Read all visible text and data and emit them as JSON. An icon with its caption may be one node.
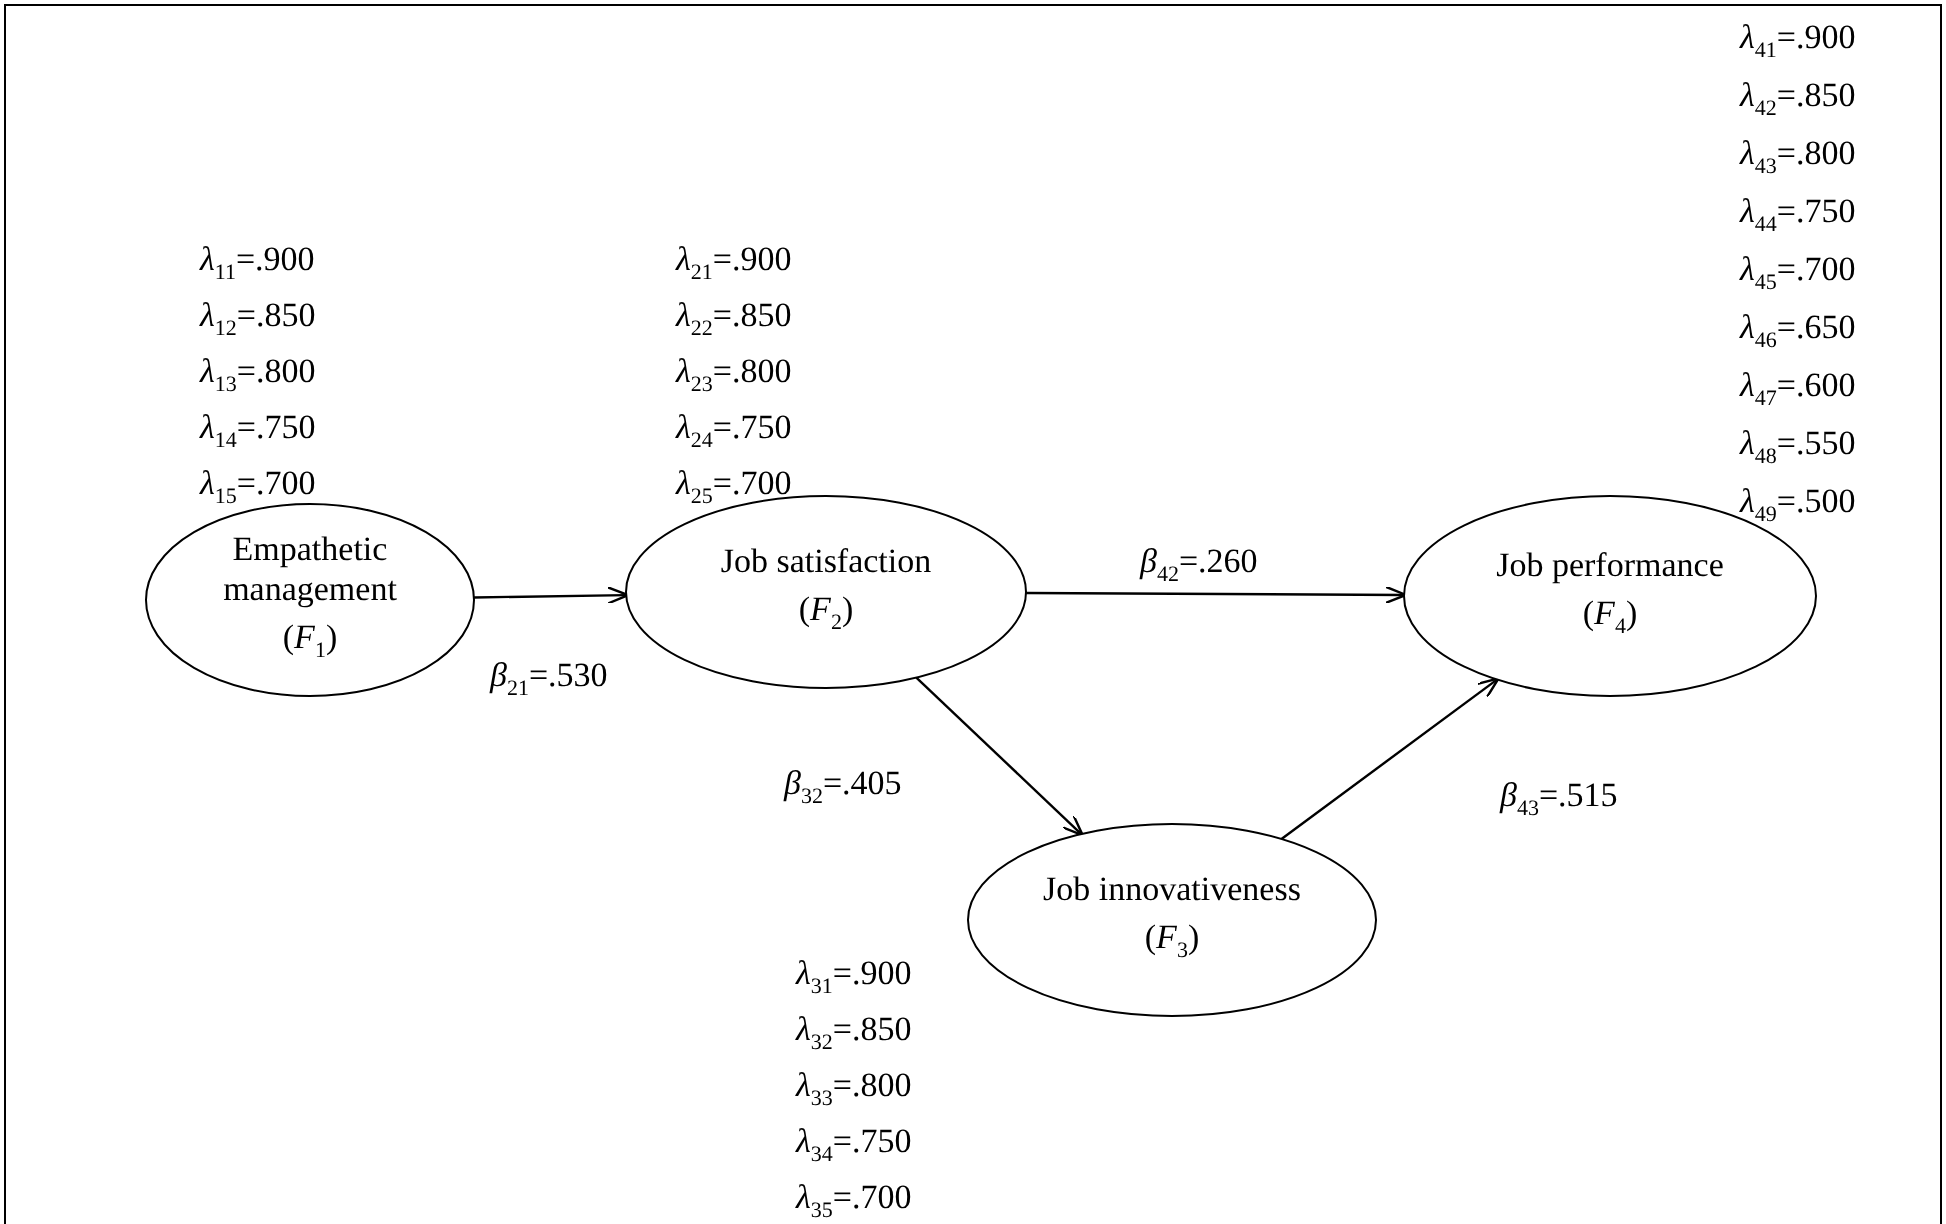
{
  "diagram": {
    "nodes": [
      {
        "text": [
          "Empathetic management",
          "(*F*$_{1}$)"
        ],
        "beside": [
          "*λ*$_{11}$=.900",
          "*λ*$_{12}$=.850",
          "*λ*$_{13}$=.800",
          "*λ*$_{14}$=.750",
          "*λ*$_{15}$=.700"
        ]
      },
      {
        "text": [
          "Job satisfaction",
          "(*F*$_{2}$)"
        ],
        "beside": [
          "*λ*$_{21}$=.900",
          "*λ*$_{22}$=.850",
          "*λ*$_{23}$=.800",
          "*λ*$_{24}$=.750",
          "*λ*$_{25}$=.700"
        ]
      },
      {
        "text": [
          "Job innovativeness",
          "(*F*$_{3}$)"
        ],
        "beside": [
          "*λ*$_{31}$=.900",
          "*λ*$_{32}$=.850",
          "*λ*$_{33}$=.800",
          "*λ*$_{34}$=.750",
          "*λ*$_{35}$=.700"
        ]
      },
      {
        "text": [
          "Job performance",
          "(*F*$_{4}$)"
        ],
        "beside": [
          "*λ*$_{41}$=.900",
          "*λ*$_{42}$=.850",
          "*λ*$_{43}$=.800",
          "*λ*$_{44}$=.750",
          "*λ*$_{45}$=.700",
          "*λ*$_{46}$=.650",
          "*λ*$_{47}$=.600",
          "*λ*$_{48}$=.550",
          "*λ*$_{49}$=.500"
        ]
      }
    ],
    "edges": [
      {
        "from": 0,
        "to": 1,
        "arrow": "to",
        "label": "*β*$_{21}$=.530"
      },
      {
        "from": 1,
        "to": 3,
        "arrow": "to",
        "label": "*β*$_{42}$=.260"
      },
      {
        "from": 1,
        "to": 2,
        "arrow": "to",
        "label": "*β*$_{32}$=.405"
      },
      {
        "from": 2,
        "to": 3,
        "arrow": "to",
        "label": "*β*$_{43}$=.515"
      }
    ]
  }
}
